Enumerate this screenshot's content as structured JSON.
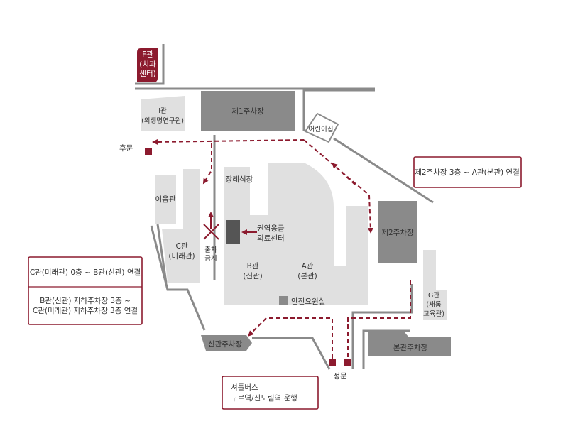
{
  "colors": {
    "accent": "#8c1a2e",
    "building_light": "#e0e0e0",
    "building_dark": "#8a8a8a",
    "road": "#8a8a8a"
  },
  "buildings": {
    "f_building": [
      "F관",
      "(치과",
      "센터)"
    ],
    "i_building": [
      "I관",
      "(의생명연구원)"
    ],
    "parking1": "제1주차장",
    "childcare": "어린이집",
    "yieum": "이음관",
    "c_building": [
      "C관",
      "(미래관)"
    ],
    "funeral": "장례식장",
    "emergency_center": [
      "권역응급",
      "의료센터"
    ],
    "b_building": [
      "B관",
      "(신관)"
    ],
    "a_building": [
      "A관",
      "(본관)"
    ],
    "safety_room": "안전요원실",
    "parking2": "제2주차장",
    "g_building": [
      "G관",
      "(새롬",
      "교육관)"
    ],
    "new_parking": "신관주차장",
    "main_parking": "본관주차장"
  },
  "gates": {
    "back_gate": "후문",
    "main_gate": "정문"
  },
  "no_exit": [
    "출차",
    "금지"
  ],
  "notes": {
    "parking2_to_a": "제2주차장 3층 ~ A관(본관) 연결",
    "c_to_b_0f": "C관(미래관) 0층 ~ B관(신관) 연결",
    "b_to_c_basement": [
      "B관(신관) 지하주차장 3층 ~",
      "C관(미래관) 지하주차장 3층 연결"
    ],
    "shuttle": [
      "셔틀버스",
      "구로역/신도림역 운행"
    ]
  },
  "icons": [
    "arrow-icon",
    "no-entry-icon",
    "gate-marker-icon"
  ]
}
